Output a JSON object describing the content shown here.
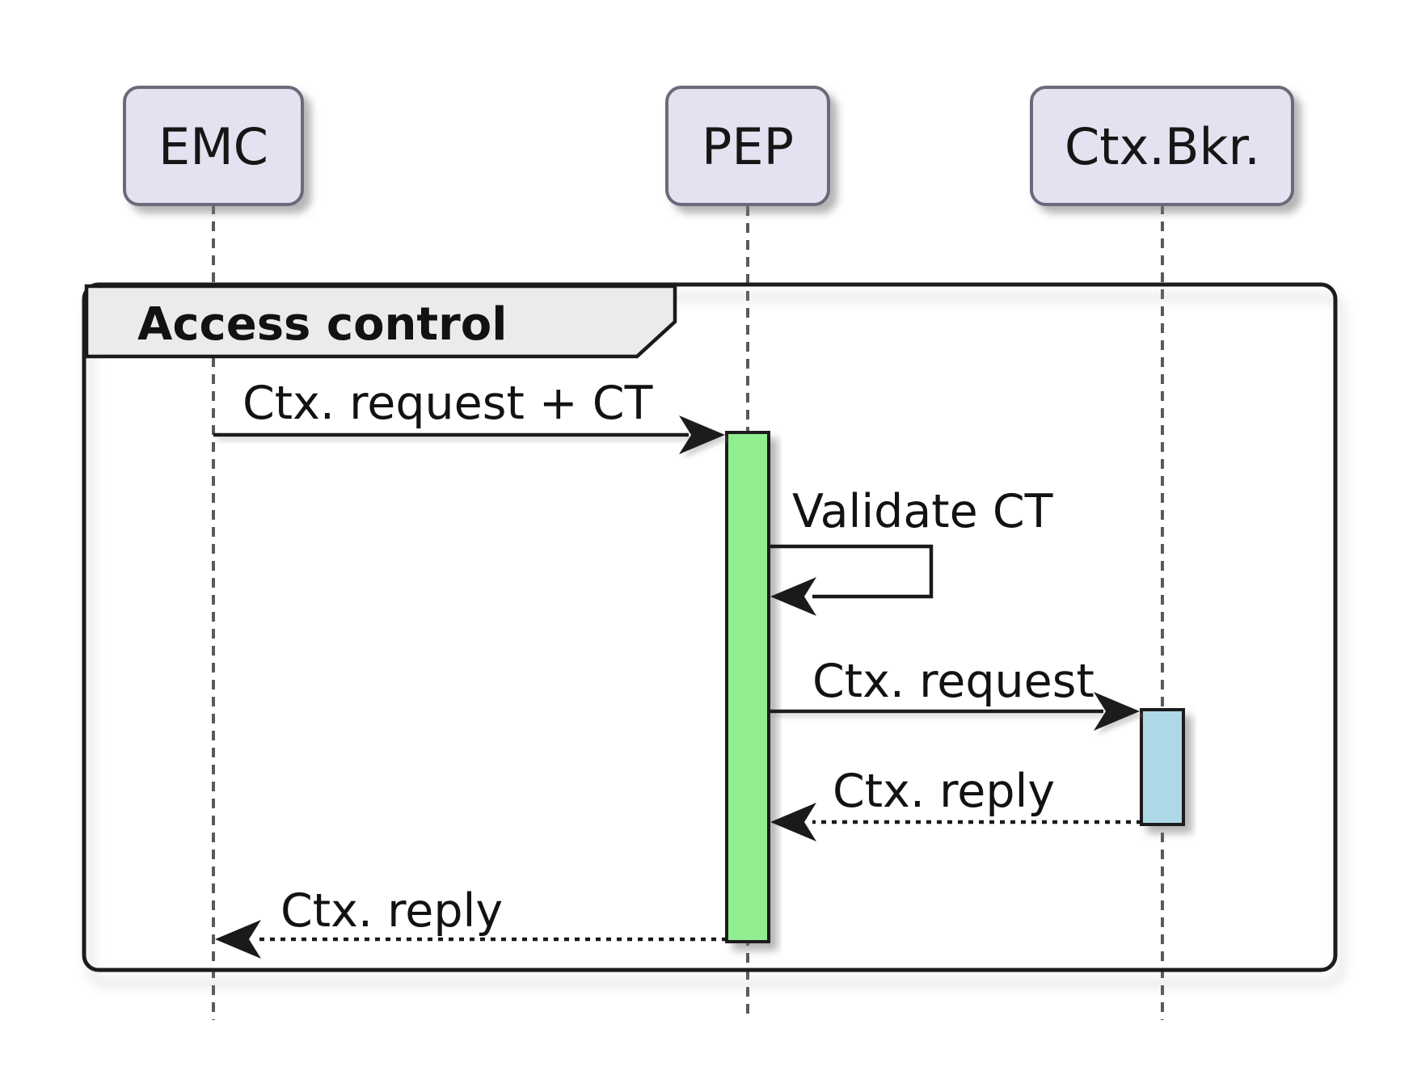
{
  "diagram": {
    "type": "uml-sequence",
    "frame_title": "Access control",
    "participants": [
      {
        "label": "EMC"
      },
      {
        "label": "PEP"
      },
      {
        "label": "Ctx.Bkr."
      }
    ],
    "messages": [
      {
        "label": "Ctx. request + CT",
        "from": "EMC",
        "to": "PEP",
        "line": "solid"
      },
      {
        "label": "Validate CT",
        "from": "PEP",
        "to": "PEP",
        "line": "solid-self"
      },
      {
        "label": "Ctx. request",
        "from": "PEP",
        "to": "Ctx.Bkr.",
        "line": "solid"
      },
      {
        "label": "Ctx. reply",
        "from": "Ctx.Bkr.",
        "to": "PEP",
        "line": "dashed"
      },
      {
        "label": "Ctx. reply",
        "from": "PEP",
        "to": "EMC",
        "line": "dashed"
      }
    ],
    "activations": [
      {
        "participant": "PEP",
        "color": "#90EE90"
      },
      {
        "participant": "Ctx.Bkr.",
        "color": "#ADD8E6"
      }
    ],
    "colors": {
      "background": "#FFFFFF",
      "participant_fill": "#E2E2F0",
      "participant_border": "#6B6B7B",
      "frame_label_fill": "#EBEBEB",
      "line": "#1A1A1A",
      "lifeline": "#5A5A5A"
    }
  }
}
